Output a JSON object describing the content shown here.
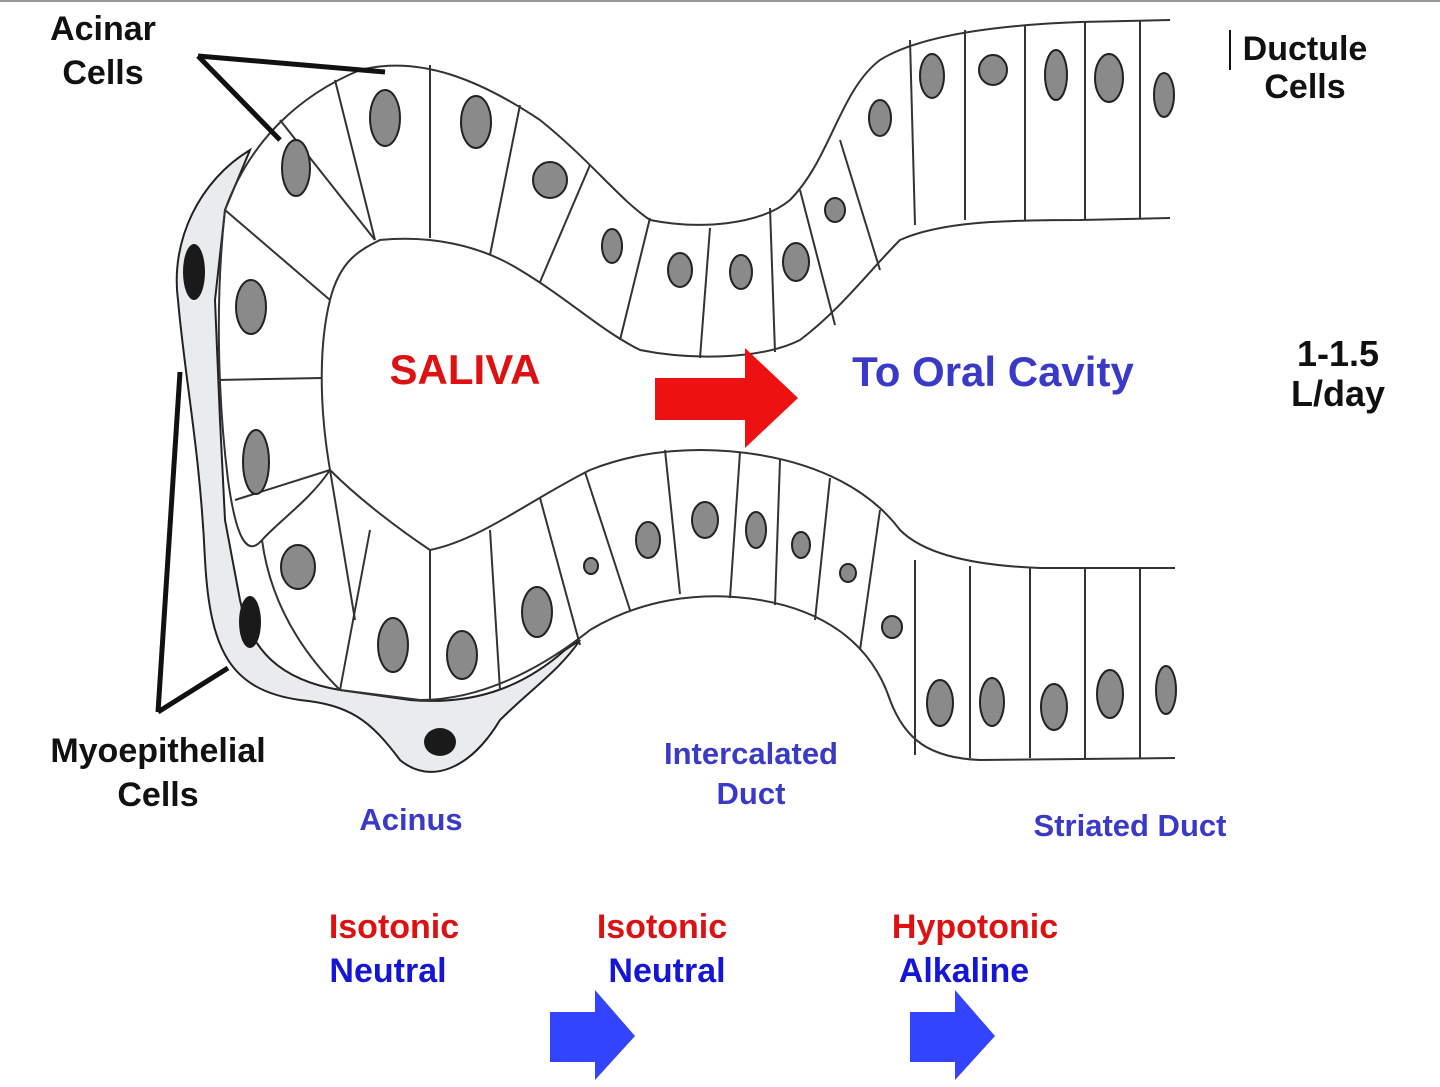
{
  "labels": {
    "acinar_cells_1": "Acinar",
    "acinar_cells_2": "Cells",
    "ductule_cells_1": "Ductule",
    "ductule_cells_2": "Cells",
    "myoepithelial_1": "Myoepithelial",
    "myoepithelial_2": "Cells",
    "saliva": "SALIVA",
    "to_oral_cavity": "To Oral Cavity",
    "rate_1": "1-1.5",
    "rate_2": "L/day",
    "acinus": "Acinus",
    "intercalated_1": "Intercalated",
    "intercalated_2": "Duct",
    "striated_duct": "Striated Duct"
  },
  "properties": [
    {
      "tonicity": "Isotonic",
      "ph": "Neutral"
    },
    {
      "tonicity": "Isotonic",
      "ph": "Neutral"
    },
    {
      "tonicity": "Hypotonic",
      "ph": "Alkaline"
    }
  ],
  "colors": {
    "red": "#dd1111",
    "blue_label": "#3a3ac8",
    "blue_bold": "#1515d8",
    "arrow_red": "#ee1111",
    "arrow_blue": "#3344ff",
    "nucleus": "#8a8a8a",
    "myo_nucleus": "#1a1a1a",
    "myo_fill": "#e9ecef"
  }
}
